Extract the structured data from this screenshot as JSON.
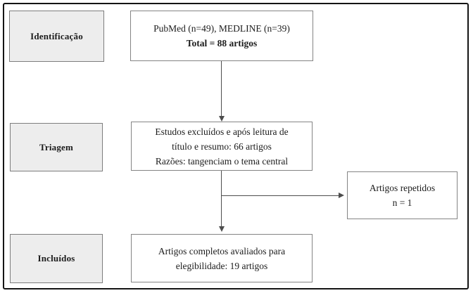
{
  "diagram_type": "prisma-flowchart",
  "colors": {
    "frame_border": "#141414",
    "stage_fill": "#ededed",
    "stage_border": "#7d7d7d",
    "flow_fill": "#ffffff",
    "flow_border": "#848484",
    "arrow": "#4d4d4d",
    "text": "#1c1c1c"
  },
  "stages": [
    {
      "label": "Identificação"
    },
    {
      "label": "Triagem"
    },
    {
      "label": "Incluídos"
    }
  ],
  "nodes": {
    "identification": {
      "lines": [
        "PubMed (n=49), MEDLINE (n=39)",
        "Total = 88 artigos"
      ]
    },
    "screening": {
      "lines": [
        "Estudos excluídos e após leitura de",
        "título e resumo: 66 artigos",
        "Razões: tangenciam o tema central"
      ]
    },
    "duplicates": {
      "lines": [
        "Artigos repetidos",
        "n = 1"
      ]
    },
    "included": {
      "lines": [
        "Artigos completos avaliados para",
        "elegibilidade: 19 artigos"
      ]
    }
  }
}
